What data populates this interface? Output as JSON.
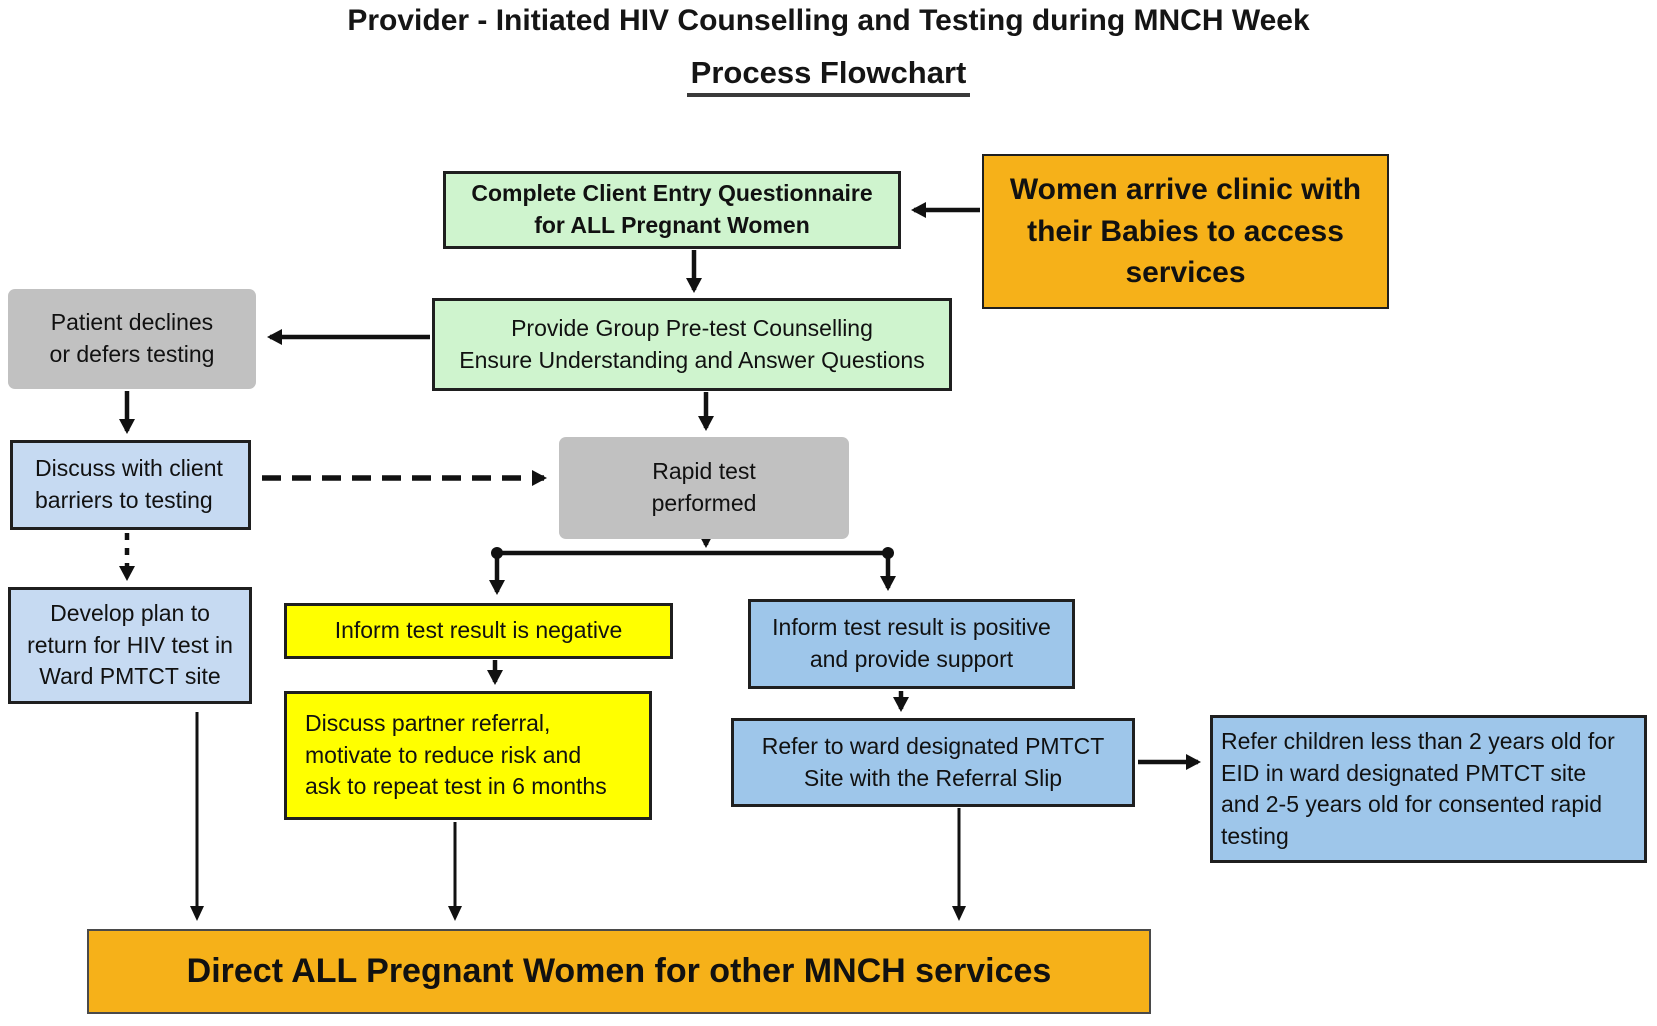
{
  "title": {
    "line1": "Provider - Initiated HIV Counselling and Testing during MNCH Week",
    "line2": "Process Flowchart"
  },
  "nodes": {
    "women_arrive": [
      "Women arrive clinic with",
      "their Babies to access",
      "services"
    ],
    "complete_questionnaire": [
      "Complete Client Entry Questionnaire",
      "for ALL Pregnant Women"
    ],
    "group_pretest": [
      "Provide Group Pre-test Counselling",
      "Ensure Understanding and Answer Questions"
    ],
    "patient_declines": [
      "Patient declines",
      "or defers testing"
    ],
    "discuss_barriers": [
      "Discuss with client",
      "barriers to testing"
    ],
    "rapid_test": [
      "Rapid test",
      "performed"
    ],
    "develop_plan": [
      "Develop plan to",
      "return for HIV test in",
      "Ward PMTCT site"
    ],
    "result_negative": "Inform test result is negative",
    "partner_referral": [
      "Discuss partner referral,",
      "motivate to reduce risk and",
      "ask to repeat test in 6 months"
    ],
    "result_positive": [
      "Inform test result is positive",
      "and provide support"
    ],
    "refer_pmtct": [
      "Refer to ward designated PMTCT",
      "Site with the Referral Slip"
    ],
    "refer_children": [
      "Refer children less than 2 years old for",
      "EID in ward designated PMTCT site",
      "and 2-5 years  old for consented rapid",
      "testing"
    ],
    "direct_mnch": "Direct ALL Pregnant Women for other MNCH services"
  },
  "colors": {
    "green": "#CFF4CE",
    "gray": "#C1C1C1",
    "light_blue": "#C6DAF2",
    "medium_blue": "#9EC6EA",
    "yellow": "#FFFF00",
    "orange": "#F6B119",
    "border": "#1F1F1F"
  }
}
